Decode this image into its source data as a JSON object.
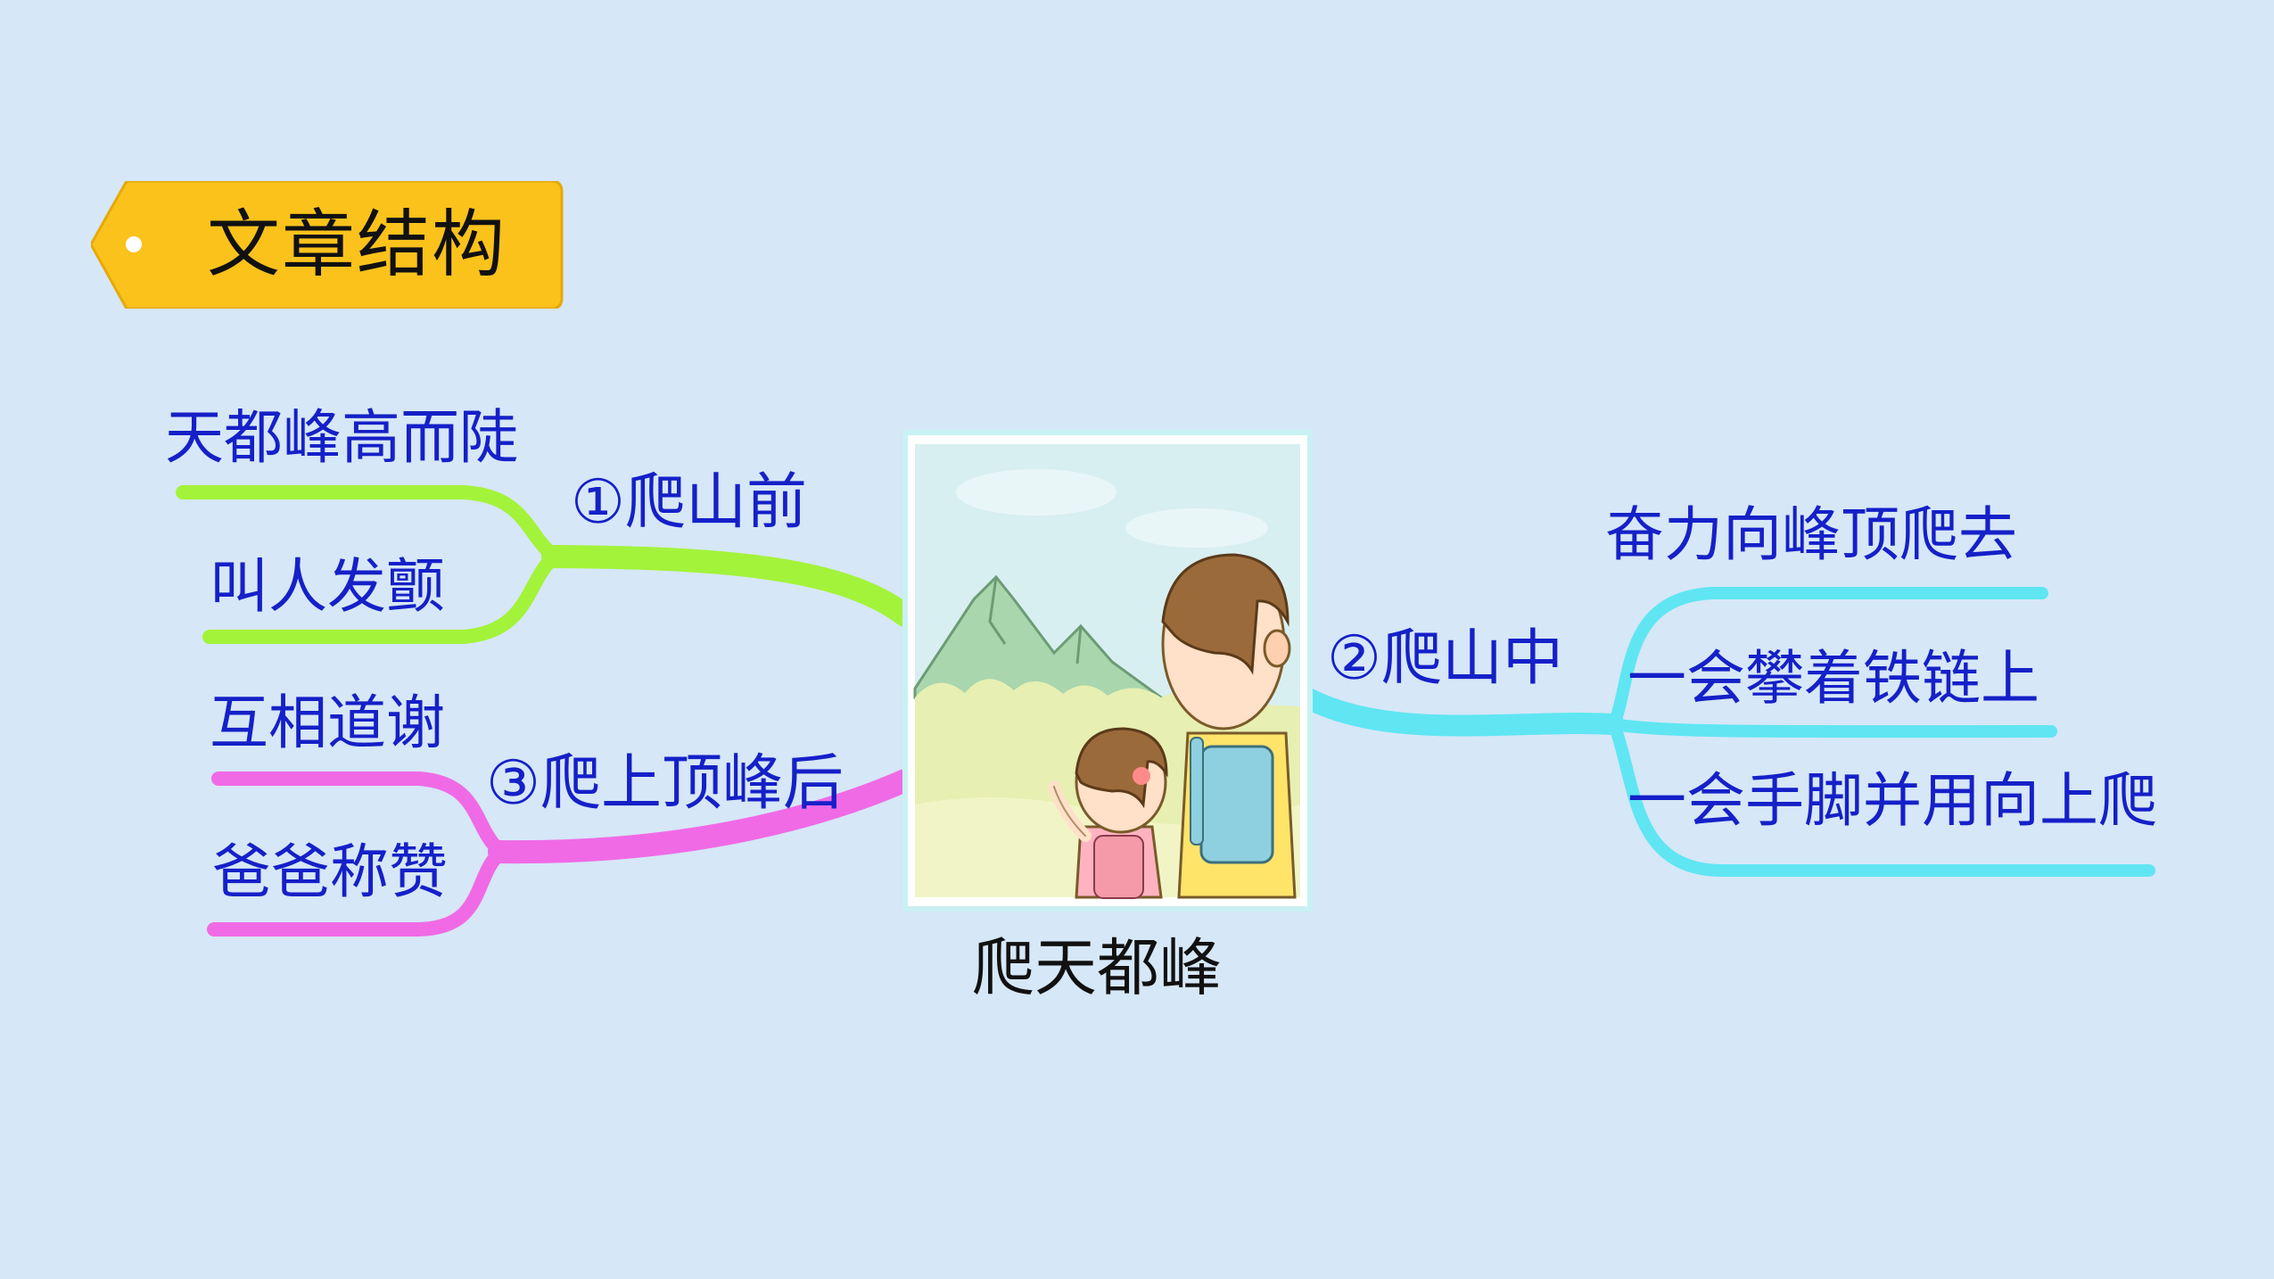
{
  "header": {
    "tag_label": "文章结构"
  },
  "colors": {
    "background": "#d6e7f7",
    "tag_fill": "#fbc21c",
    "branch_1": "#a3f33a",
    "branch_2": "#5fe6f2",
    "branch_3": "#f06ae6",
    "text_blue": "#1520c8"
  },
  "mindmap": {
    "center": {
      "title": "爬天都峰",
      "image": "mountain-climbing-illustration"
    },
    "branch_1": {
      "label": "①爬山前",
      "leaves": [
        "天都峰高而陡",
        "叫人发颤"
      ]
    },
    "branch_2": {
      "label": "②爬山中",
      "leaves": [
        "奋力向峰顶爬去",
        "一会攀着铁链上",
        "一会手脚并用向上爬"
      ]
    },
    "branch_3": {
      "label": "③爬上顶峰后",
      "leaves": [
        "互相道谢",
        "爸爸称赞"
      ]
    }
  }
}
